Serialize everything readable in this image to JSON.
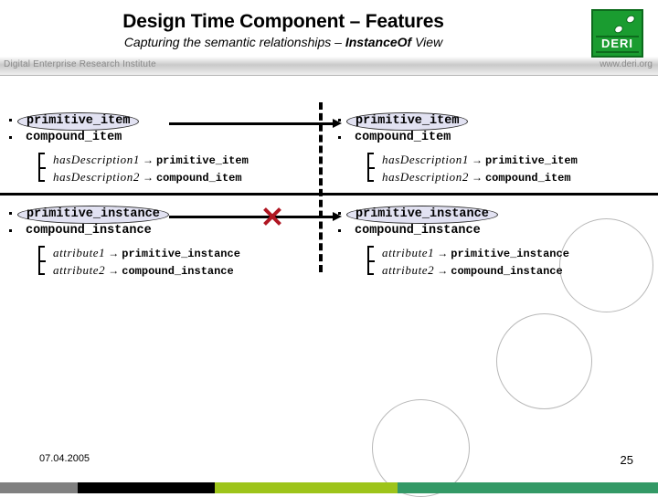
{
  "header": {
    "title": "Design Time Component – Features",
    "subtitle_prefix": "Capturing the semantic relationships – ",
    "subtitle_emphasis": "InstanceOf",
    "subtitle_suffix": " View",
    "institute_name": "Digital Enterprise Research Institute",
    "url": "www.deri.org",
    "logo_text": "DERI",
    "logo_color": "#1a9c30"
  },
  "panels": {
    "top_left": {
      "bullets": [
        {
          "label": "primitive_item",
          "highlighted": true
        },
        {
          "label": "compound_item",
          "highlighted": false
        }
      ],
      "sub_items": [
        {
          "property": "hasDescription1",
          "arrow": "→",
          "target": "primitive_item"
        },
        {
          "property": "hasDescription2",
          "arrow": "→",
          "target": "compound_item"
        }
      ]
    },
    "top_right": {
      "bullets": [
        {
          "label": "primitive_item",
          "highlighted": true
        },
        {
          "label": "compound_item",
          "highlighted": false
        }
      ],
      "sub_items": [
        {
          "property": "hasDescription1",
          "arrow": "→",
          "target": "primitive_item"
        },
        {
          "property": "hasDescription2",
          "arrow": "→",
          "target": "compound_item"
        }
      ]
    },
    "bottom_left": {
      "bullets": [
        {
          "label": "primitive_instance",
          "highlighted": true
        },
        {
          "label": "compound_instance",
          "highlighted": false
        }
      ],
      "sub_items": [
        {
          "property": "attribute1",
          "arrow": "→",
          "target": "primitive_instance"
        },
        {
          "property": "attribute2",
          "arrow": "→",
          "target": "compound_instance"
        }
      ]
    },
    "bottom_right": {
      "bullets": [
        {
          "label": "primitive_instance",
          "highlighted": true
        },
        {
          "label": "compound_instance",
          "highlighted": false
        }
      ],
      "sub_items": [
        {
          "property": "attribute1",
          "arrow": "→",
          "target": "primitive_instance"
        },
        {
          "property": "attribute2",
          "arrow": "→",
          "target": "compound_instance"
        }
      ]
    }
  },
  "annotations": {
    "cross_color": "#b01622",
    "cross_meaning": "blocked",
    "divider_style": "dashed"
  },
  "footer": {
    "date": "07.04.2005",
    "page_number": "25",
    "bar_colors": [
      "#808080",
      "#000000",
      "#9dc41a",
      "#339966"
    ]
  }
}
